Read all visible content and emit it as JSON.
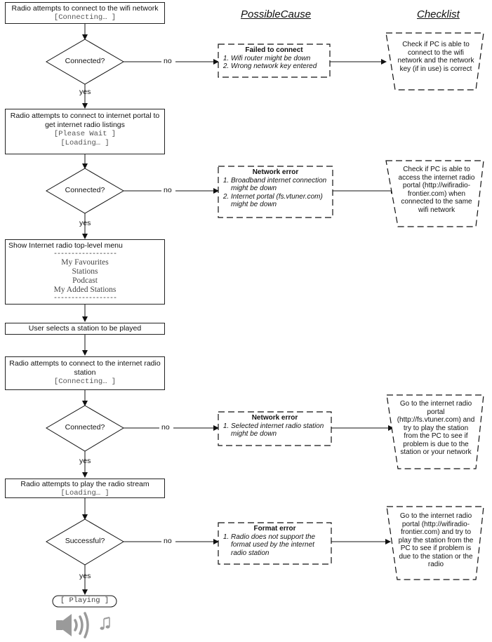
{
  "headers": {
    "possible_cause": "PossibleCause",
    "checklist": "Checklist"
  },
  "steps": {
    "step1": {
      "text": "Radio attempts to connect to the wifi network",
      "status": "[Connecting… ]"
    },
    "step2": {
      "text": "Radio attempts to connect to internet portal to get internet radio listings",
      "status1": "[Please Wait ]",
      "status2": "[Loading… ]"
    },
    "step3": {
      "text": "Show Internet radio top-level menu",
      "divider": "------------------",
      "items": [
        "My Favourites",
        "Stations",
        "Podcast",
        "My Added Stations"
      ]
    },
    "step4": {
      "text": "User selects a station to be played"
    },
    "step5": {
      "text": "Radio attempts to connect to the internet radio station",
      "status": "[Connecting… ]"
    },
    "step6": {
      "text": "Radio attempts to play the radio stream",
      "status": "[Loading… ]"
    },
    "final": {
      "text": "[ Playing ]"
    }
  },
  "decisions": {
    "d1": {
      "text": "Connected?",
      "no": "no",
      "yes": "yes"
    },
    "d2": {
      "text": "Connected?",
      "no": "no",
      "yes": "yes"
    },
    "d3": {
      "text": "Connected?",
      "no": "no",
      "yes": "yes"
    },
    "d4": {
      "text": "Successful?",
      "no": "no",
      "yes": "yes"
    }
  },
  "causes": {
    "c1": {
      "title": "Failed to connect",
      "items": [
        "Wifi router might be down",
        "Wrong network key entered"
      ]
    },
    "c2": {
      "title": "Network error",
      "items": [
        "Broadband internet connection might be down",
        "Internet portal (fs.vtuner.com) might be down"
      ]
    },
    "c3": {
      "title": "Network error",
      "items": [
        "Selected internet radio station might be down"
      ]
    },
    "c4": {
      "title": "Format error",
      "items": [
        "Radio does not support the format used by the internet radio station"
      ]
    }
  },
  "checks": {
    "k1": "Check if PC is able to connect to the wifi network and the network key (if in use) is correct",
    "k2": "Check if PC is able to access the internet radio portal (http://wifiradio-frontier.com) when connected to the same wifi network",
    "k3": "Go to the internet radio portal (http://fs.vtuner.com) and try to play the station from the PC to see if problem is due to the station or your network",
    "k4": "Go to the internet radio portal (http://wifiradio-frontier.com) and try to play the station from the PC to see if problem is due to the station or the radio"
  },
  "icons": {
    "speaker": "speaker-icon",
    "note": "music-note-icon"
  }
}
